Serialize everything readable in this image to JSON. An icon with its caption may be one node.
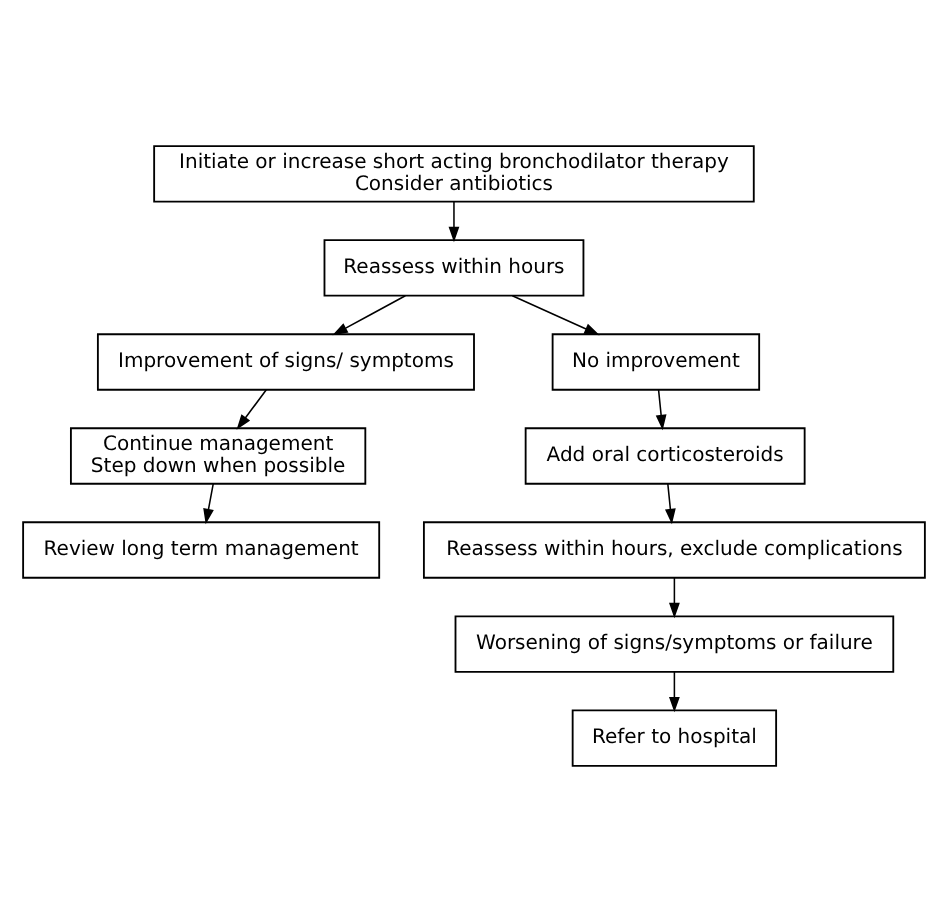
{
  "diagram": {
    "nodes": [
      {
        "text": [
          "Initiate or increase short acting bronchodilator therapy",
          "Consider antibiotics"
        ]
      },
      {
        "text": [
          "Reassess within hours"
        ]
      },
      {
        "text": [
          "Improvement of signs/ symptoms"
        ]
      },
      {
        "text": [
          "No improvement"
        ]
      },
      {
        "text": [
          "Continue management",
          "Step down when possible"
        ]
      },
      {
        "text": [
          "Add oral corticosteroids"
        ]
      },
      {
        "text": [
          "Review long term management"
        ]
      },
      {
        "text": [
          "Reassess within hours, exclude complications"
        ]
      },
      {
        "text": [
          "Worsening of signs/symptoms or failure"
        ]
      },
      {
        "text": [
          "Refer to hospital"
        ]
      }
    ],
    "edges": [
      {
        "from": 0,
        "to": 1,
        "arrow": "to"
      },
      {
        "from": 1,
        "to": 2,
        "arrow": "to"
      },
      {
        "from": 1,
        "to": 3,
        "arrow": "to"
      },
      {
        "from": 2,
        "to": 4,
        "arrow": "to"
      },
      {
        "from": 4,
        "to": 6,
        "arrow": "to"
      },
      {
        "from": 3,
        "to": 5,
        "arrow": "to"
      },
      {
        "from": 5,
        "to": 7,
        "arrow": "to"
      },
      {
        "from": 7,
        "to": 8,
        "arrow": "to"
      },
      {
        "from": 8,
        "to": 9,
        "arrow": "to"
      }
    ]
  }
}
